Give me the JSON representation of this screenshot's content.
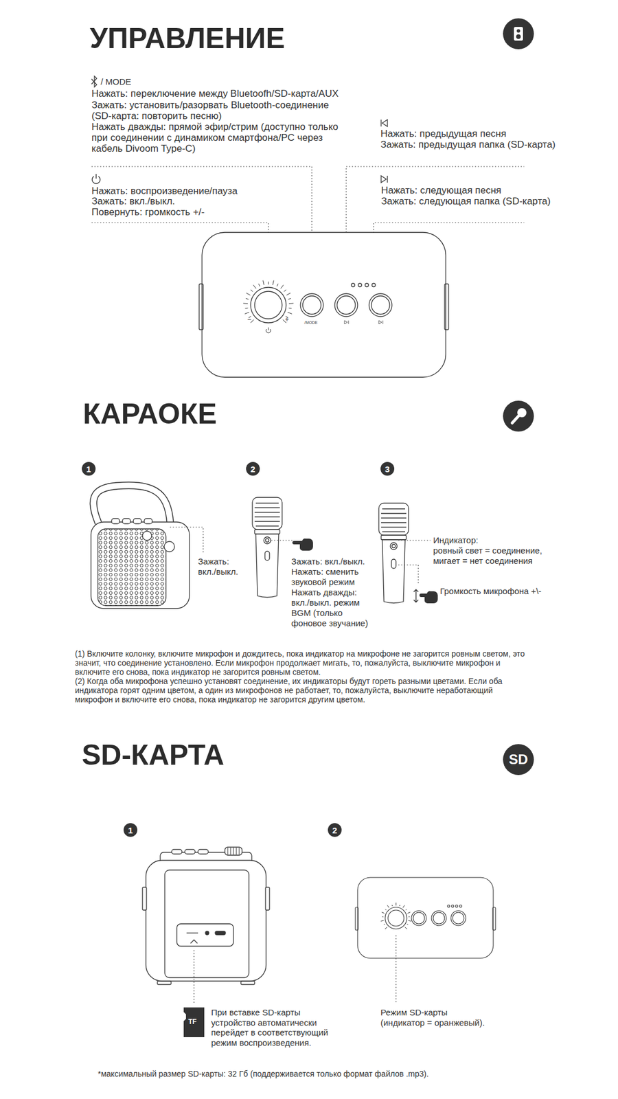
{
  "diagram": {
    "nodes": [
      {
        "text": [
          "1"
        ]
      },
      {
        "text": [
          "2"
        ]
      },
      {
        "text": [
          "3"
        ]
      },
      {
        "text": [
          "SD"
        ]
      },
      {
        "text": [
          "1"
        ]
      },
      {
        "text": [
          "2"
        ]
      }
    ],
    "labels": [
      "УПРАВЛЕНИЕ",
      "/ MODE",
      "Нажать: переключение между Bluetoofh/SD-карта/AUX",
      "Зажать: установить/разорвать Bluetooth-соединение (SD-карта: повторить песню)",
      "Нажать дважды: прямой эфир/стрим (доступно только при соединении с динамиком смартфона/PC через кабель Divoom Type-C)",
      "Нажать: предыдущая песня",
      "Зажать: предыдущая папка (SD-карта)",
      "Нажать: воспроизведение/пауза",
      "Зажать: вкл./выкл.",
      "Повернуть: громкость +/-",
      "Нажать: следующая песня",
      "Зажать: следующая папка (SD-карта)",
      "−",
      "+",
      "/MODE",
      "КАРАОКЕ",
      "Зажать: вкл./выкл.",
      "Зажать: вкл./выкл.",
      "Нажать: сменить звуковой режим",
      "Нажать дважды: вкл./выкл. режим BGM (только фоновое звучание)",
      "Индикатор:",
      "ровный свет = соединение, мигает = нет соединения",
      "Громкость микрофона +\\-",
      "(1) Включите колонку, включите микрофон и дождитесь, пока индикатор на микрофоне не загорится ровным светом, это значит, что соединение установлено. Если микрофон продолжает мигать, то, пожалуйста, выключите микрофон и включите его снова, пока индикатор не загорится ровным светом.",
      "(2) Когда оба микрофона успешно установят соединение, их индикаторы будут гореть разными цветами. Если оба индикатора горят одним цветом, а один из микрофонов не работает, то, пожалуйста, выключите неработающий микрофон и включите его снова, пока индикатор не загорится другим цветом.",
      "SD-КАРТА",
      "TF",
      "При вставке SD-карты устройство автоматически перейдет в соответствующий режим воспроизведения.",
      "Режим SD-карты (индикатор = оранжевый).",
      "*максимальный размер SD-карты: 32 Гб (поддерживается только формат файлов .mp3)."
    ]
  }
}
